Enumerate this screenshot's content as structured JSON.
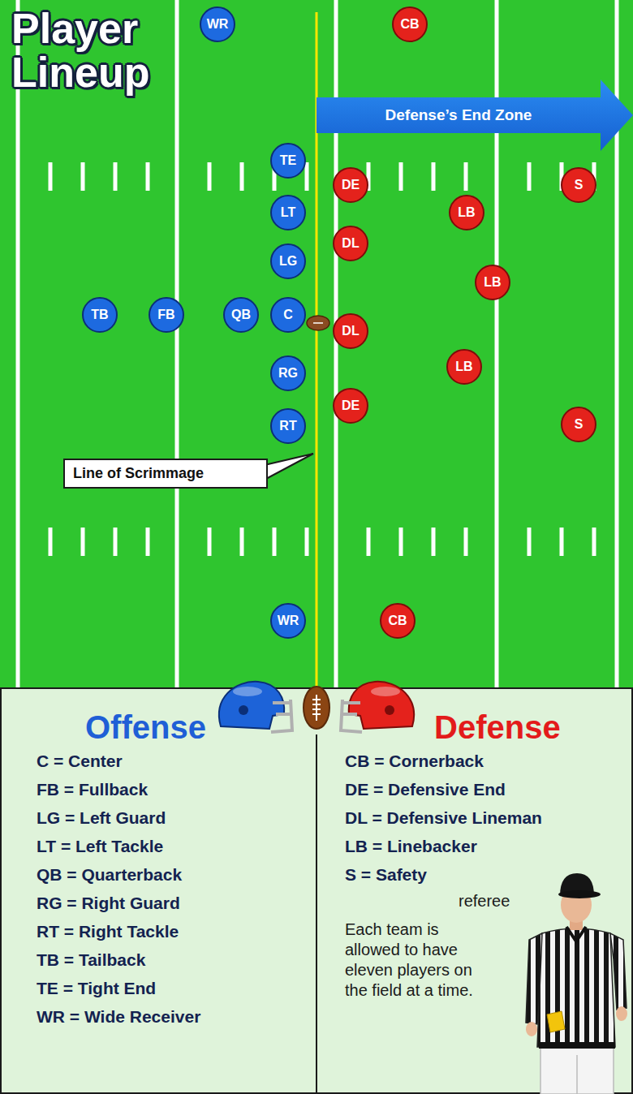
{
  "diagram": {
    "title": "Player Lineup",
    "nodes": [
      {
        "text": [
          "WR"
        ]
      },
      {
        "text": [
          "CB"
        ]
      },
      {
        "text": [
          "Defense’s End Zone"
        ]
      },
      {
        "text": [
          "TE"
        ]
      },
      {
        "text": [
          "DE"
        ]
      },
      {
        "text": [
          "S"
        ]
      },
      {
        "text": [
          "LT"
        ]
      },
      {
        "text": [
          "LB"
        ]
      },
      {
        "text": [
          "DL"
        ]
      },
      {
        "text": [
          "LG"
        ]
      },
      {
        "text": [
          "LB"
        ]
      },
      {
        "text": [
          "TB"
        ]
      },
      {
        "text": [
          "FB"
        ]
      },
      {
        "text": [
          "QB"
        ]
      },
      {
        "text": [
          "C"
        ]
      },
      {
        "text": [
          "DL"
        ]
      },
      {
        "text": [
          "RG"
        ]
      },
      {
        "text": [
          "LB"
        ]
      },
      {
        "text": [
          "DE"
        ]
      },
      {
        "text": [
          "RT"
        ]
      },
      {
        "text": [
          "S"
        ]
      },
      {
        "text": [
          "Line of Scrimmage"
        ]
      },
      {
        "text": [
          "WR"
        ]
      },
      {
        "text": [
          "CB"
        ]
      },
      {
        "text": [
          "Offense",
          "C = Center",
          "FB = Fullback",
          "LG = Left Guard",
          "LT = Left Tackle",
          "QB = Quarterback",
          "RG = Right Guard",
          "RT = Right Tackle",
          "TB = Tailback",
          "TE = Tight End",
          "WR = Wide Receiver"
        ]
      },
      {
        "text": [
          "Defense",
          "CB = Cornerback",
          "DE = Defensive End",
          "DL = Defensive Lineman",
          "LB = Linebacker",
          "S = Safety",
          "referee",
          "Each team is allowed to have eleven players on the field at a time."
        ]
      }
    ]
  }
}
